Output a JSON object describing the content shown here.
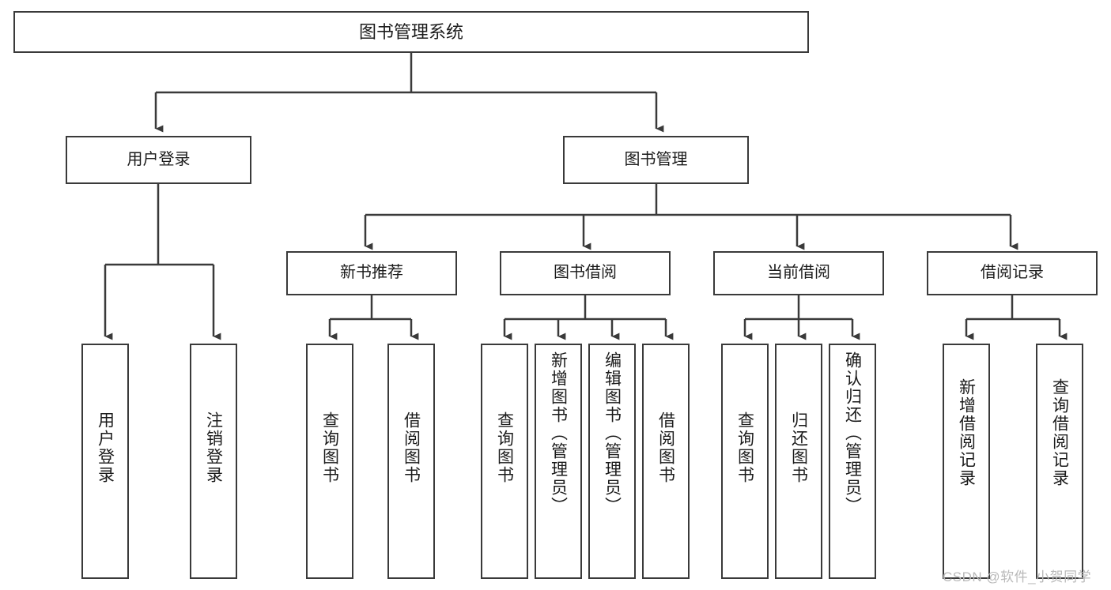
{
  "diagram": {
    "title": "图书管理系统",
    "type": "tree-hierarchy-chart",
    "background_color": "#ffffff",
    "box_border_color": "#3a3a3a",
    "connector_color": "#3a3a3a",
    "text_color": "#1b1b1b"
  },
  "nodes": {
    "root": {
      "label": "图书管理系统",
      "level": 1
    },
    "level2": [
      {
        "label": "用户登录",
        "level": 2
      },
      {
        "label": "图书管理",
        "level": 2
      }
    ],
    "level3": [
      {
        "label": "新书推荐",
        "level": 3
      },
      {
        "label": "图书借阅",
        "level": 3
      },
      {
        "label": "当前借阅",
        "level": 3
      },
      {
        "label": "借阅记录",
        "level": 3
      }
    ],
    "leaves": [
      {
        "label": "用户登录",
        "parent": "用户登录",
        "level": 3
      },
      {
        "label": "注销登录",
        "parent": "用户登录",
        "level": 3
      },
      {
        "label": "查询图书",
        "parent": "新书推荐",
        "level": 4
      },
      {
        "label": "借阅图书",
        "parent": "新书推荐",
        "level": 4
      },
      {
        "label": "查询图书",
        "parent": "图书借阅",
        "level": 4
      },
      {
        "label": "新增图书（管理员）",
        "parent": "图书借阅",
        "level": 4
      },
      {
        "label": "编辑图书（管理员）",
        "parent": "图书借阅",
        "level": 4
      },
      {
        "label": "借阅图书",
        "parent": "图书借阅",
        "level": 4
      },
      {
        "label": "查询图书",
        "parent": "当前借阅",
        "level": 4
      },
      {
        "label": "归还图书",
        "parent": "当前借阅",
        "level": 4
      },
      {
        "label": "确认归还（管理员）",
        "parent": "当前借阅",
        "level": 4
      },
      {
        "label": "新增借阅记录",
        "parent": "借阅记录",
        "level": 4
      },
      {
        "label": "查询借阅记录",
        "parent": "借阅记录",
        "level": 4
      }
    ]
  },
  "watermark": {
    "text": "CSDN @软件_小贺同学",
    "color": "#b9b9b9"
  }
}
